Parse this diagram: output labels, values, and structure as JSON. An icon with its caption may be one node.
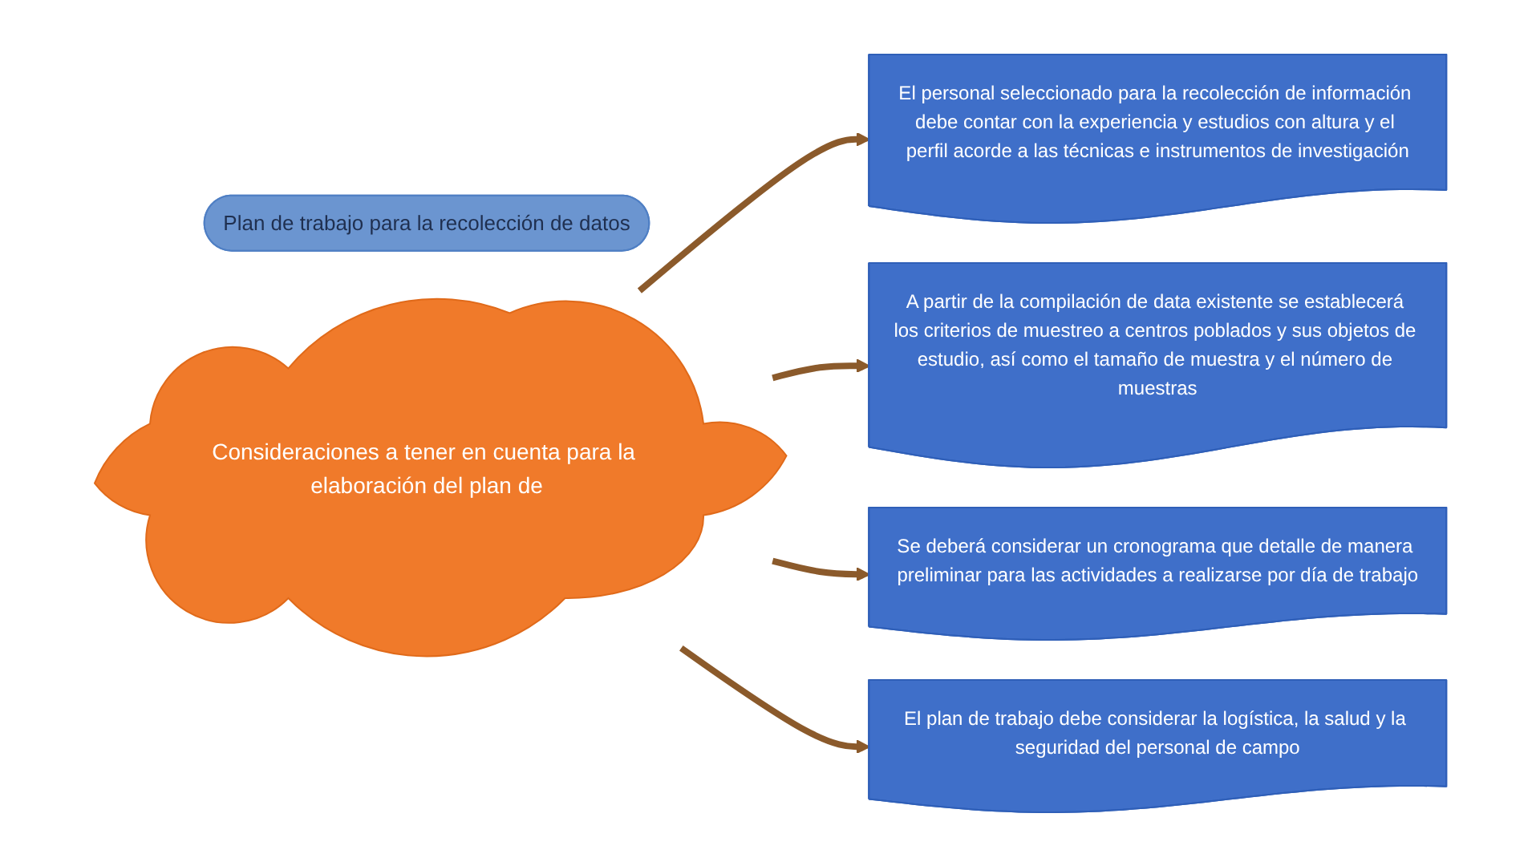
{
  "diagram": {
    "nodes": [
      {
        "text": [
          "Plan de trabajo para la recolección de datos"
        ]
      },
      {
        "text": [
          "Consideraciones a tener en cuenta para la elaboración del plan de"
        ]
      },
      {
        "text": [
          "El personal seleccionado para la recolección de información debe contar con la experiencia y estudios con altura y el perfil acorde a las técnicas e instrumentos de investigación"
        ]
      },
      {
        "text": [
          "A partir de la compilación de data existente se establecerá los criterios de muestreo a centros poblados y sus objetos de estudio, así como el tamaño de muestra y el número de muestras"
        ]
      },
      {
        "text": [
          "Se deberá considerar un cronograma que detalle de manera preliminar para las actividades a realizarse por día de trabajo"
        ]
      },
      {
        "text": [
          "El plan de trabajo debe considerar la logística, la salud y la seguridad del personal de campo"
        ]
      }
    ],
    "edges": [
      {
        "from": 1,
        "to": 2,
        "arrow": "to"
      },
      {
        "from": 1,
        "to": 3,
        "arrow": "to"
      },
      {
        "from": 1,
        "to": 4,
        "arrow": "to"
      },
      {
        "from": 1,
        "to": 5,
        "arrow": "to"
      }
    ]
  }
}
